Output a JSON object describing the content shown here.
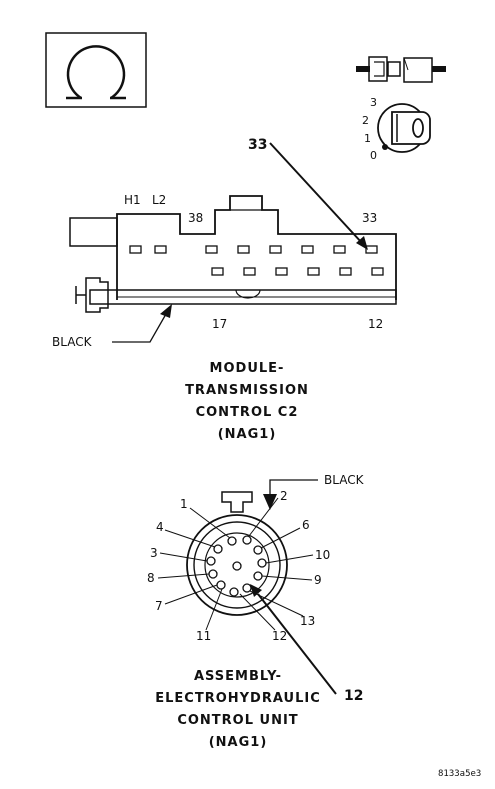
{
  "module_connector": {
    "pin_labels": {
      "h1": "H1",
      "l2": "L2",
      "p38": "38",
      "p33": "33",
      "p17": "17",
      "p12": "12"
    },
    "callout": "33",
    "wire_color": "BLACK",
    "caption_lines": [
      "MODULE-",
      "TRANSMISSION",
      "CONTROL C2",
      "(NAG1)"
    ]
  },
  "key_symbol_labels": [
    "3",
    "2",
    "1",
    "0"
  ],
  "valve_body_connector": {
    "wire_color": "BLACK",
    "pin_labels": [
      "1",
      "2",
      "4",
      "6",
      "3",
      "10",
      "8",
      "9",
      "7",
      "13",
      "11",
      "12"
    ],
    "callout": "12",
    "caption_lines": [
      "ASSEMBLY-",
      "ELECTROHYDRAULIC",
      "CONTROL UNIT",
      "(NAG1)"
    ]
  },
  "image_code": "8133a5e3"
}
